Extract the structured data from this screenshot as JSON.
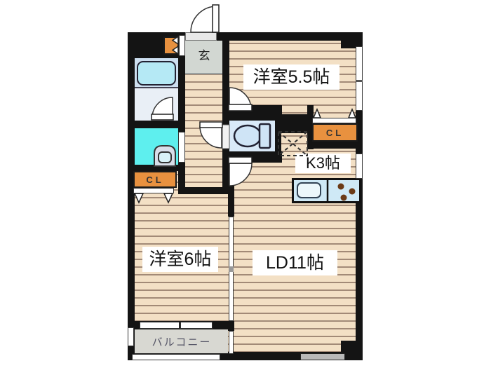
{
  "floorplan": {
    "title": "1LDK+S apartment floor plan",
    "rooms": {
      "entrance": {
        "label": "玄"
      },
      "room55": {
        "label": "洋室5.5帖"
      },
      "kitchen": {
        "label": "K3帖"
      },
      "room6": {
        "label": "洋室6帖"
      },
      "living_dining": {
        "label": "LD11帖"
      },
      "balcony": {
        "label": "バルコニー"
      },
      "closet_left": {
        "label": "CL"
      },
      "closet_right": {
        "label": "CL"
      }
    },
    "icons": {
      "bathtub": "rounded rectangle tub in bath unit",
      "washbasin": "arched vanity sink",
      "toilet": "oval bowl with tank",
      "kitchen_sink": "rounded rectangle sink in counter",
      "stove_burners": "three brown burner dots",
      "washing_machine_space": "dashed box with X",
      "swing_door": "quarter-circle door arcs",
      "folding_closet_door": "white bar with triangles",
      "sliding_window": "double white bars in wall"
    },
    "colors": {
      "wall": "#141414",
      "wood_floor": "#f3e0c5",
      "wood_stripe": "#a28a77",
      "genkan_gray": "#d2d7d2",
      "balcony_gray": "#d8d8d2",
      "bath_panel": "#cddff0",
      "bathtub_fill": "#b5e9f5",
      "bathroom_floor": "#e9eff6",
      "washroom_cyan": "#5eefee",
      "toilet_floor": "#d9e9f8",
      "closet_orange": "#e8913f",
      "counter_blue": "#cfe9f6",
      "burner_brown": "#6b3a16"
    }
  }
}
